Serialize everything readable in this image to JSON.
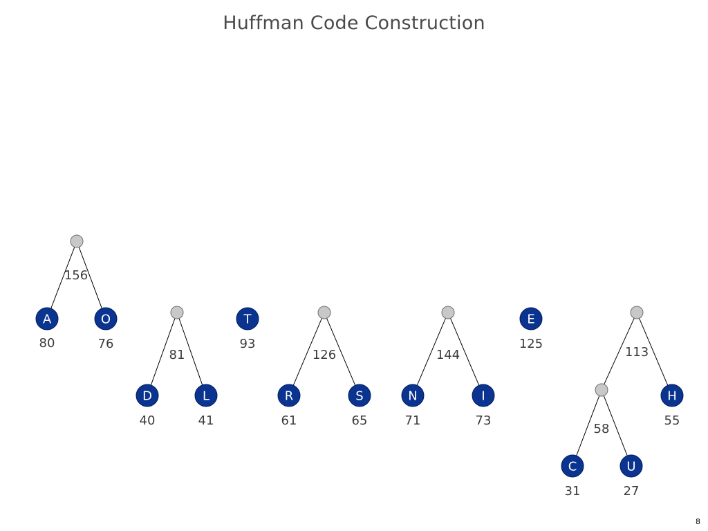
{
  "slide": {
    "title": "Huffman Code Construction",
    "page_number": "8"
  },
  "colors": {
    "leaf_fill": "#0a3490",
    "internal_fill": "#c8c8c8",
    "edge": "#000000",
    "text": "#3a3a3a"
  },
  "trees": [
    {
      "id": "tree-ao",
      "root": {
        "weight": "156",
        "children": [
          {
            "symbol": "A",
            "weight": "80"
          },
          {
            "symbol": "O",
            "weight": "76"
          }
        ]
      }
    },
    {
      "id": "tree-dl",
      "root": {
        "weight": "81",
        "children": [
          {
            "symbol": "D",
            "weight": "40"
          },
          {
            "symbol": "L",
            "weight": "41"
          }
        ]
      }
    },
    {
      "id": "tree-t",
      "root": {
        "symbol": "T",
        "weight": "93"
      }
    },
    {
      "id": "tree-rs",
      "root": {
        "weight": "126",
        "children": [
          {
            "symbol": "R",
            "weight": "61"
          },
          {
            "symbol": "S",
            "weight": "65"
          }
        ]
      }
    },
    {
      "id": "tree-ni",
      "root": {
        "weight": "144",
        "children": [
          {
            "symbol": "N",
            "weight": "71"
          },
          {
            "symbol": "I",
            "weight": "73"
          }
        ]
      }
    },
    {
      "id": "tree-e",
      "root": {
        "symbol": "E",
        "weight": "125"
      }
    },
    {
      "id": "tree-cuh",
      "root": {
        "weight": "113",
        "children": [
          {
            "weight": "58",
            "children": [
              {
                "symbol": "C",
                "weight": "31"
              },
              {
                "symbol": "U",
                "weight": "27"
              }
            ]
          },
          {
            "symbol": "H",
            "weight": "55"
          }
        ]
      }
    }
  ]
}
